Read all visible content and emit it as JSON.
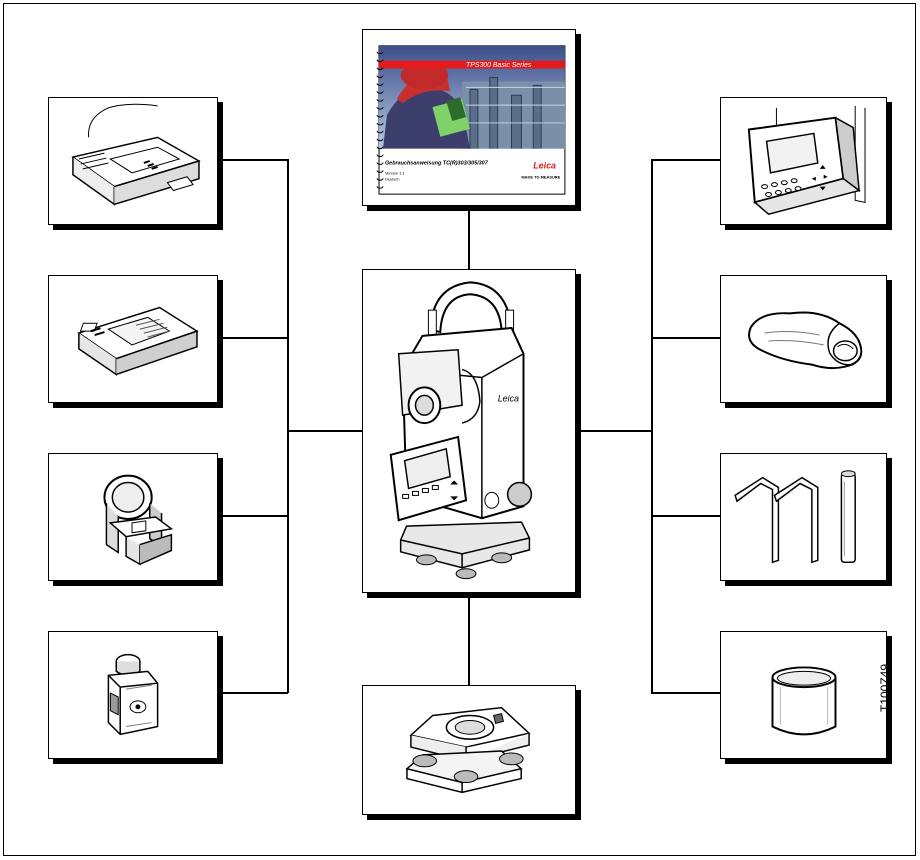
{
  "figure_code": "T100Z49",
  "manual": {
    "series": "TPS300 Basic Series",
    "title": "Gebrauchsanweisung TC(R)303/305/307",
    "version": "Version 1.1",
    "language": "Deutsch",
    "brand": "Leica",
    "tagline": "MADE TO MEASURE"
  },
  "instrument": {
    "brand_mark": "Leica"
  },
  "colors": {
    "line": "#000000",
    "manual_red": "#e21c1c",
    "manual_sky": "#6a87b8"
  }
}
